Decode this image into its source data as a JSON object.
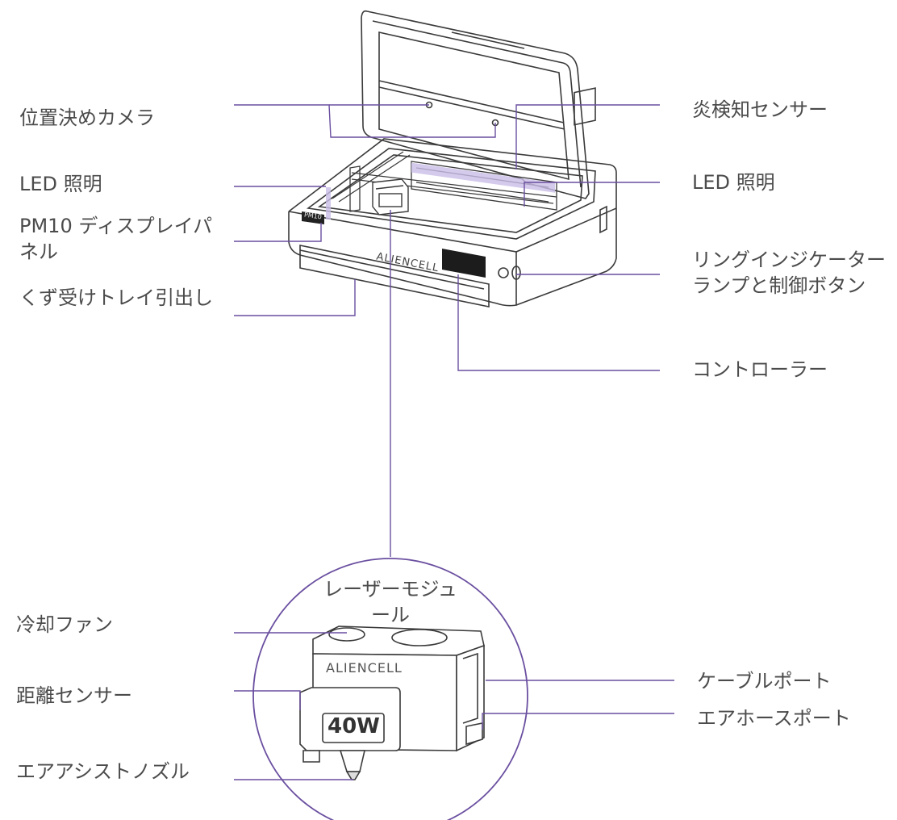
{
  "labels": {
    "positioning_camera": "位置決めカメラ",
    "led_left": "LED 照明",
    "pm10_display": "PM10 ディスプレイパネル",
    "crumb_tray": "くず受けトレイ引出し",
    "flame_sensor": "炎検知センサー",
    "led_right": "LED 照明",
    "ring_indicator": "リングインジケーターランプと制御ボタン",
    "controller": "コントローラー",
    "laser_module": "レーザーモジュール",
    "cooling_fan": "冷却ファン",
    "distance_sensor": "距離センサー",
    "air_assist_nozzle": "エアアシストノズル",
    "cable_port": "ケーブルポート",
    "air_hose_port": "エアホースポート"
  },
  "device": {
    "brand": "ALIENCELL",
    "panel_text": "PM10",
    "module_power": "40W"
  },
  "colors": {
    "leader_line": "#6a4fa0",
    "circle": "#6a4fa0",
    "light_strip": "#c9bde6",
    "text": "#4b4b4b",
    "outline": "#3a3a3a"
  }
}
